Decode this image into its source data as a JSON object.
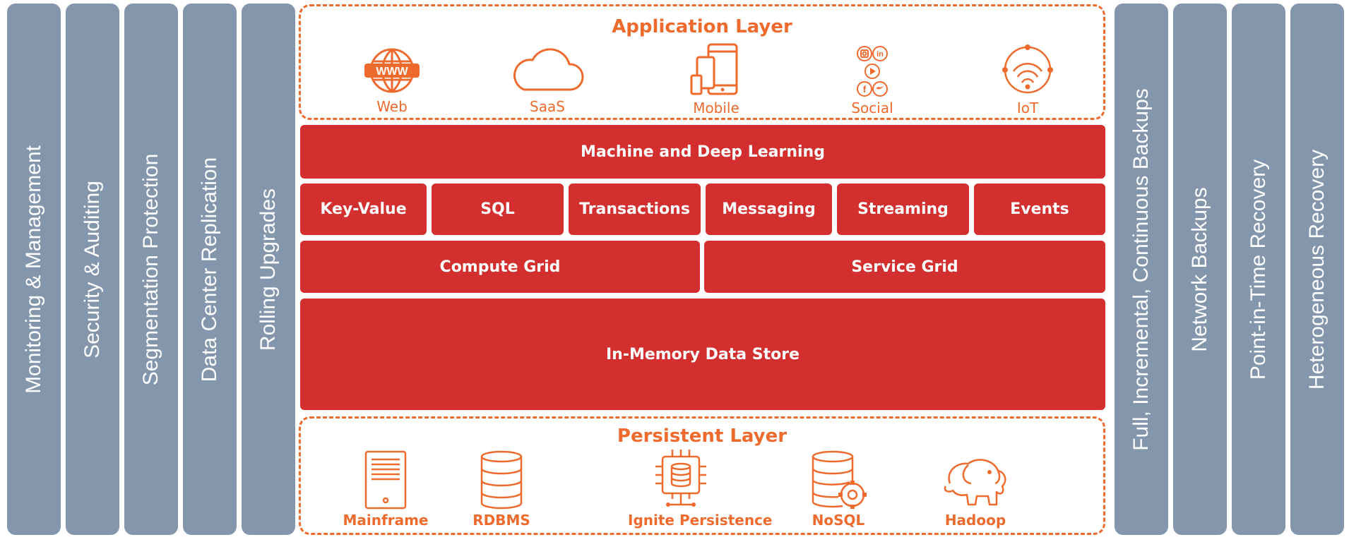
{
  "left_pillars": [
    "Monitoring & Management",
    "Security & Auditing",
    "Segmentation Protection",
    "Data Center Replication",
    "Rolling Upgrades"
  ],
  "right_pillars": [
    "Full, Incremental, Continuous Backups",
    "Network Backups",
    "Point-in-Time Recovery",
    "Heterogeneous Recovery"
  ],
  "application_layer": {
    "title": "Application Layer",
    "items": [
      {
        "label": "Web",
        "icon": "globe-www-icon"
      },
      {
        "label": "SaaS",
        "icon": "cloud-icon"
      },
      {
        "label": "Mobile",
        "icon": "devices-icon"
      },
      {
        "label": "Social",
        "icon": "social-media-icon"
      },
      {
        "label": "IoT",
        "icon": "iot-wifi-icon"
      }
    ]
  },
  "core": {
    "ml": "Machine and Deep Learning",
    "apis": [
      "Key-Value",
      "SQL",
      "Transactions",
      "Messaging",
      "Streaming",
      "Events"
    ],
    "grids": [
      "Compute Grid",
      "Service Grid"
    ],
    "store": "In-Memory Data Store"
  },
  "persistent_layer": {
    "title": "Persistent Layer",
    "items": [
      {
        "label": "Mainframe",
        "icon": "mainframe-icon"
      },
      {
        "label": "RDBMS",
        "icon": "database-icon"
      },
      {
        "label": "Ignite Persistence",
        "icon": "chip-database-icon"
      },
      {
        "label": "NoSQL",
        "icon": "database-gear-icon"
      },
      {
        "label": "Hadoop",
        "icon": "elephant-icon"
      }
    ]
  },
  "colors": {
    "accent": "#EE6B2D",
    "core": "#D32F2F",
    "pillar": "#8396AC"
  }
}
